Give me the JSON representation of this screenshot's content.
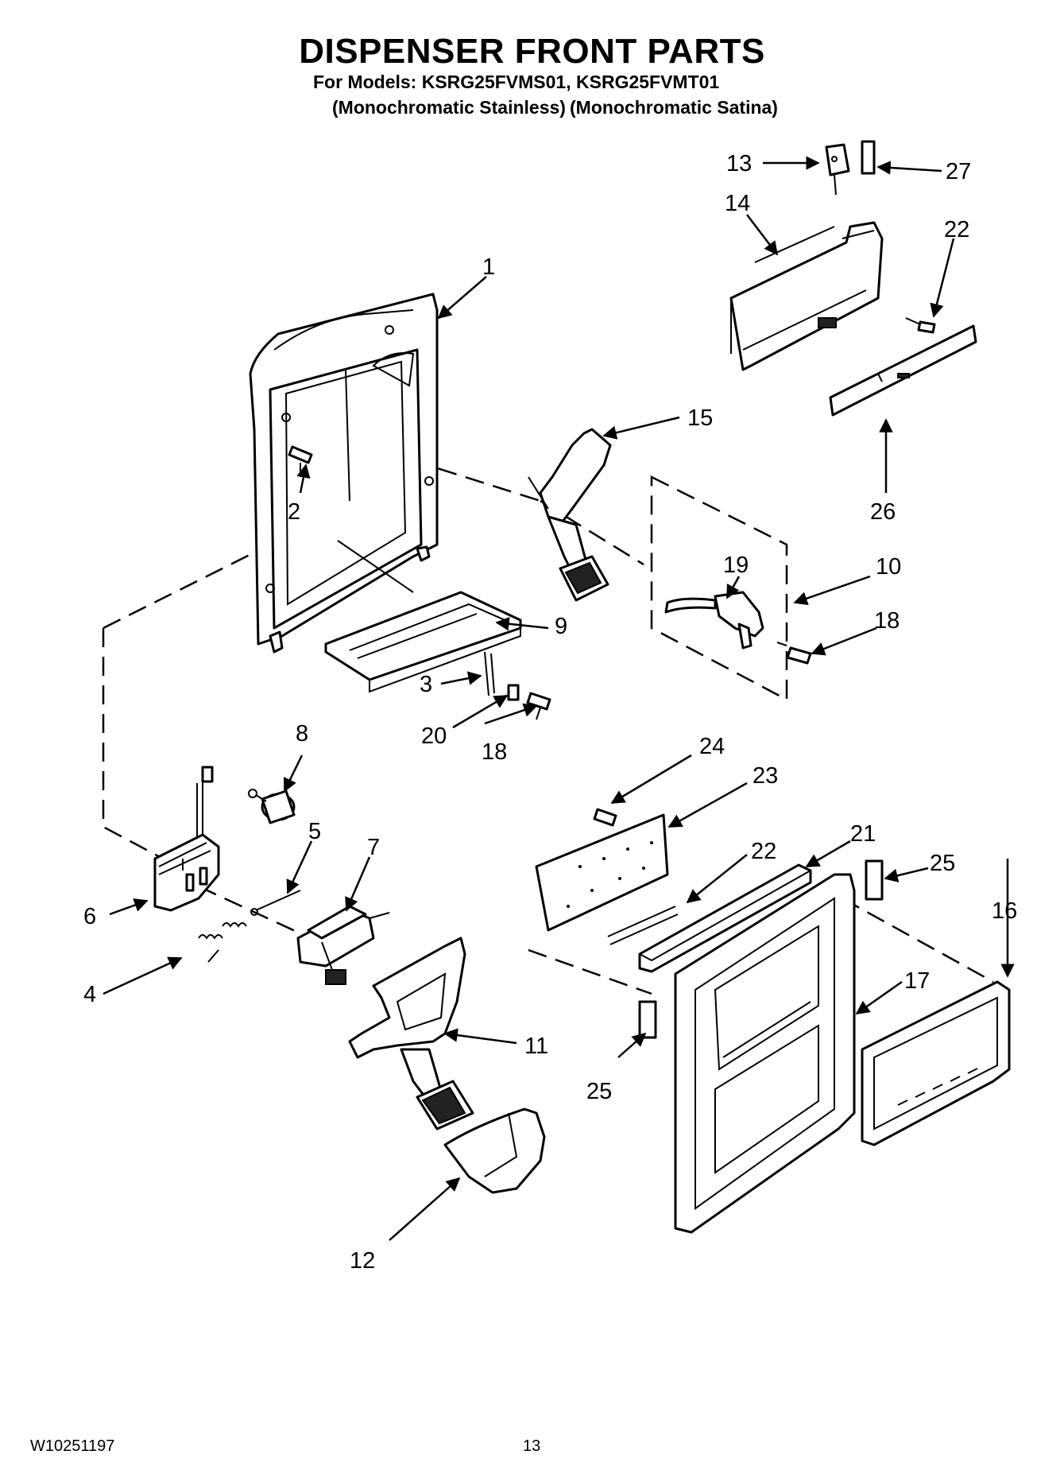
{
  "header": {
    "title": "DISPENSER FRONT PARTS",
    "models_line": "For Models: KSRG25FVMS01, KSRG25FVMT01",
    "finish_1": "(Monochromatic Stainless)",
    "finish_2": "(Monochromatic Satina)"
  },
  "footer": {
    "doc_number": "W10251197",
    "page_number": "13"
  },
  "callouts": {
    "c1": "1",
    "c2": "2",
    "c3": "3",
    "c4": "4",
    "c5": "5",
    "c6": "6",
    "c7": "7",
    "c8": "8",
    "c9": "9",
    "c10": "10",
    "c11": "11",
    "c12": "12",
    "c13": "13",
    "c14": "14",
    "c15": "15",
    "c16": "16",
    "c17": "17",
    "c18a": "18",
    "c18b": "18",
    "c19": "19",
    "c20": "20",
    "c21": "21",
    "c22a": "22",
    "c22b": "22",
    "c23": "23",
    "c24": "24",
    "c25a": "25",
    "c25b": "25",
    "c26": "26",
    "c27": "27"
  }
}
